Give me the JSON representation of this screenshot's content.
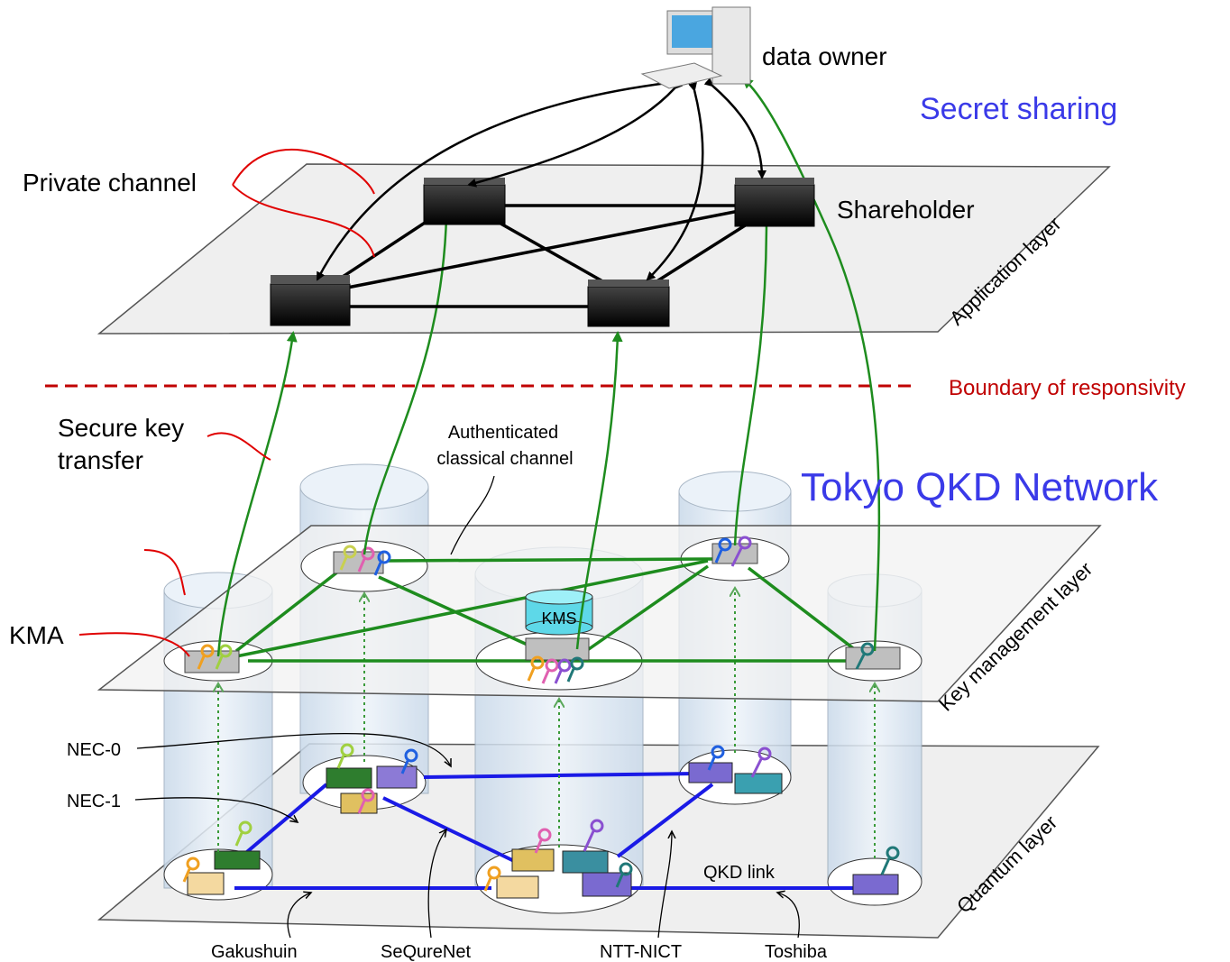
{
  "labels": {
    "data_owner": "data owner",
    "secret_sharing": "Secret sharing",
    "private_channel": "Private channel",
    "shareholder": "Shareholder",
    "application_layer": "Application layer",
    "boundary": "Boundary of responsivity",
    "secure_key_line1": "Secure key",
    "secure_key_line2": "transfer",
    "auth_line1": "Authenticated",
    "auth_line2": "classical channel",
    "tokyo_qkd": "Tokyo QKD Network",
    "key_management_layer": "Key management layer",
    "kma": "KMA",
    "kms": "KMS",
    "nec0": "NEC-0",
    "nec1": "NEC-1",
    "qkd_link": "QKD link",
    "quantum_layer": "Quantum layer",
    "gakushuin": "Gakushuin",
    "sequrenet": "SeQureNet",
    "ntt_nict": "NTT-NICT",
    "toshiba": "Toshiba"
  },
  "colors": {
    "blue_text": "#3a3ae8",
    "red_text": "#c00000",
    "green_line": "#1e8c1e",
    "blue_link": "#1a1ae6",
    "plane_fill": "#efefef",
    "cylinder_fill": "#dfe9f3"
  }
}
